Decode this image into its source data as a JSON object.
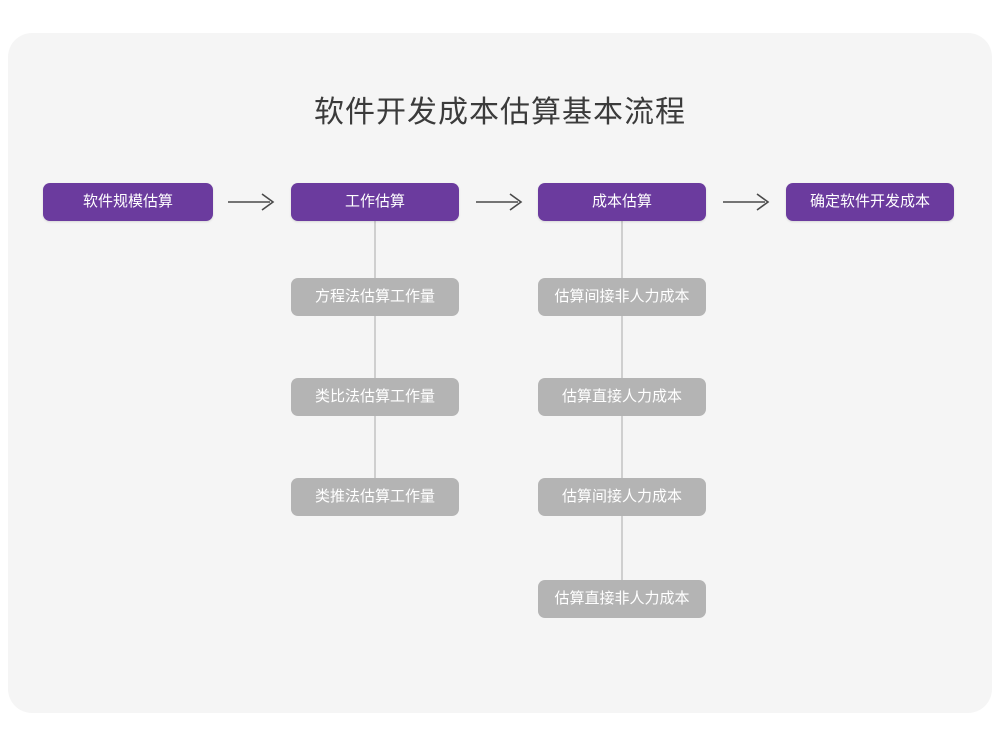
{
  "page": {
    "background_color": "#ffffff",
    "card_color": "#f5f5f5",
    "accent_color": "#6b3b9e",
    "secondary_color": "#b4b4b4",
    "connector_color": "#cfcfcf",
    "title": "软件开发成本估算基本流程"
  },
  "diagram": {
    "type": "flowchart",
    "orientation": "left-to-right with vertical sub-steps",
    "main_steps": [
      {
        "label": "软件规模估算",
        "sub_steps": []
      },
      {
        "label": "工作估算",
        "sub_steps": [
          {
            "label": "方程法估算工作量"
          },
          {
            "label": "类比法估算工作量"
          },
          {
            "label": "类推法估算工作量"
          }
        ]
      },
      {
        "label": "成本估算",
        "sub_steps": [
          {
            "label": "估算间接非人力成本"
          },
          {
            "label": "估算直接人力成本"
          },
          {
            "label": "估算间接人力成本"
          },
          {
            "label": "估算直接非人力成本"
          }
        ]
      },
      {
        "label": "确定软件开发成本",
        "sub_steps": []
      }
    ],
    "arrows": [
      {
        "name": "arrow-1",
        "glyph": "⟶"
      },
      {
        "name": "arrow-2",
        "glyph": "⟶"
      },
      {
        "name": "arrow-3",
        "glyph": "⟶"
      }
    ]
  }
}
